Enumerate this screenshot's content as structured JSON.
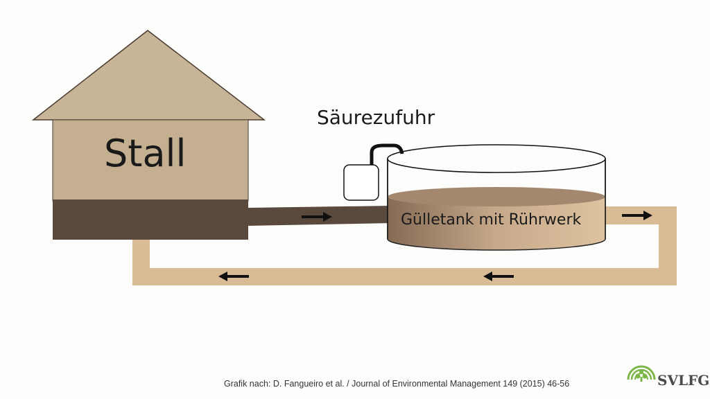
{
  "labels": {
    "stall": "Stall",
    "acid_supply": "Säurezufuhr",
    "tank": "Gülletank mit Rührwerk"
  },
  "source": "Grafik nach: D. Fangueiro et al. / Journal of Environmental Management 149 (2015) 46-56",
  "logo": {
    "text": "SVLFG",
    "color": "#7ab648"
  },
  "colors": {
    "roof": "#c8b597",
    "stall_wall": "#c4b091",
    "slurry_dark": "#5a4a3e",
    "return_pipe": "#d9bc95",
    "tank_dark": "#856a55",
    "tank_light": "#dec3a0"
  },
  "arrows": [
    "right-arrow",
    "right-arrow",
    "left-arrow",
    "left-arrow"
  ]
}
